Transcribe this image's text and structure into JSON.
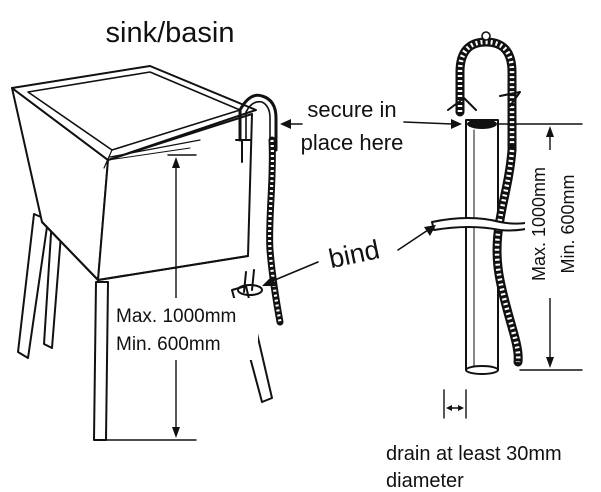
{
  "labels": {
    "sink_basin": "sink/basin",
    "secure_line1": "secure in",
    "secure_line2": "place here",
    "bind": "bind",
    "sink_max": "Max. 1000mm",
    "sink_min": "Min. 600mm",
    "pipe_max": "Max. 1000mm",
    "pipe_min": "Min. 600mm",
    "drain_line1": "drain at least 30mm",
    "drain_line2": "diameter"
  },
  "colors": {
    "ink": "#111111",
    "background": "#ffffff"
  }
}
